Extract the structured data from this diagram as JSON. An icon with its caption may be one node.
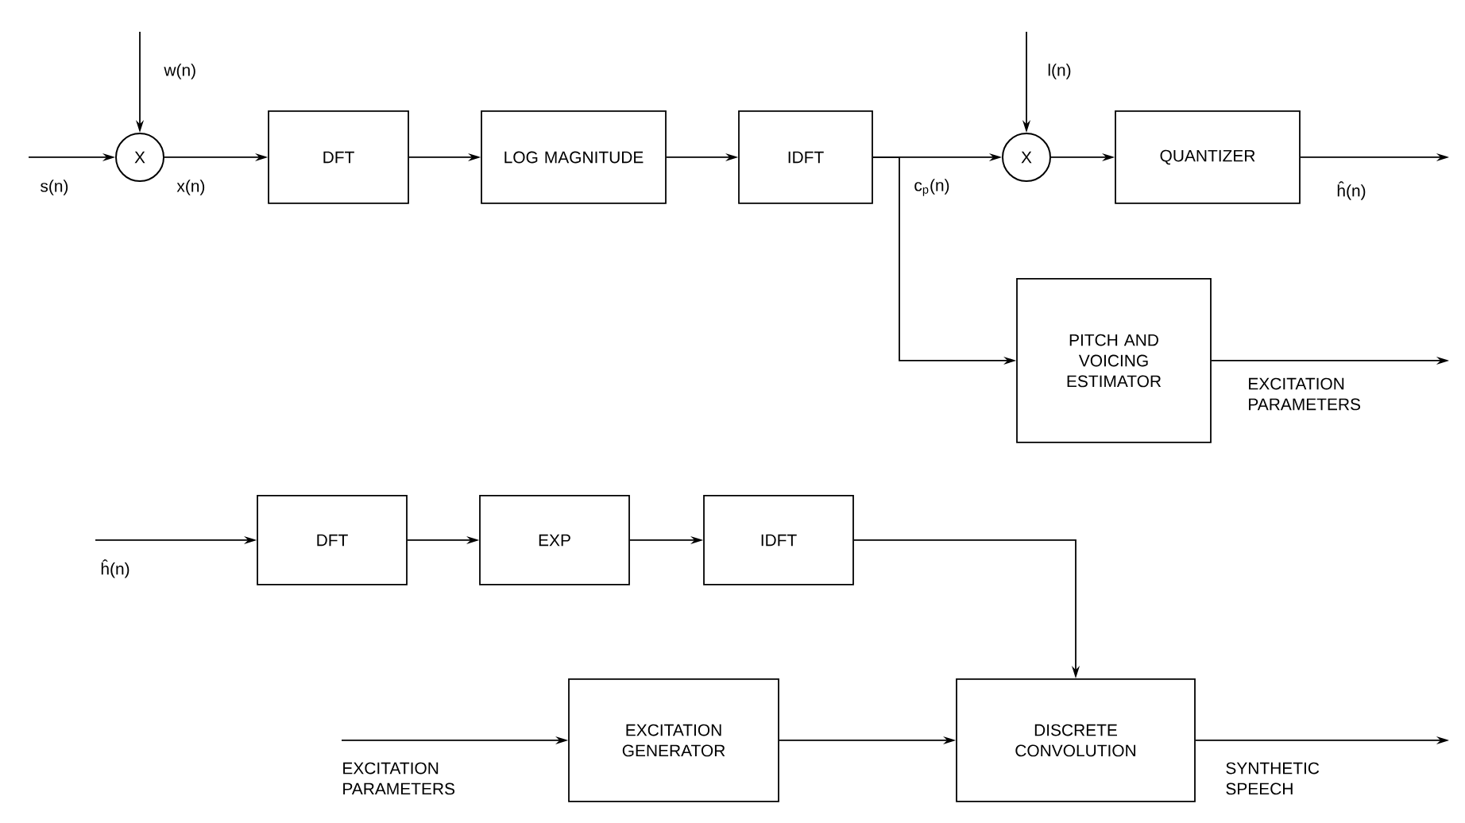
{
  "diagram": {
    "nodes": [
      {
        "text": [
          "X"
        ]
      },
      {
        "text": [
          "DFT"
        ]
      },
      {
        "text": [
          "LOG MAGNITUDE"
        ]
      },
      {
        "text": [
          "IDFT"
        ]
      },
      {
        "text": [
          "X"
        ]
      },
      {
        "text": [
          "QUANTIZER"
        ]
      },
      {
        "text": [
          "PITCH AND VOICING ESTIMATOR"
        ]
      },
      {
        "text": [
          "DFT"
        ]
      },
      {
        "text": [
          "EXP"
        ]
      },
      {
        "text": [
          "IDFT"
        ]
      },
      {
        "text": [
          "EXCITATION GENERATOR"
        ]
      },
      {
        "text": [
          "DISCRETE CONVOLUTION"
        ]
      }
    ],
    "edges": [
      {
        "from": null,
        "to": 0,
        "arrow": "to",
        "label": "s(n)"
      },
      {
        "from": null,
        "to": 0,
        "arrow": "to",
        "label": "w(n)"
      },
      {
        "from": 0,
        "to": 1,
        "arrow": "to",
        "label": "x(n)"
      },
      {
        "from": 1,
        "to": 2,
        "arrow": "to"
      },
      {
        "from": 2,
        "to": 3,
        "arrow": "to"
      },
      {
        "from": 3,
        "to": 4,
        "arrow": "to",
        "label": "c$_{p}$(n)"
      },
      {
        "from": null,
        "to": 4,
        "arrow": "to",
        "label": "l(n)"
      },
      {
        "from": 4,
        "to": 5,
        "arrow": "to"
      },
      {
        "from": 5,
        "to": null,
        "arrow": "to",
        "label": "ĥ(n)"
      },
      {
        "from": 3,
        "to": 6,
        "arrow": "to"
      },
      {
        "from": 6,
        "to": null,
        "arrow": "to",
        "label": "EXCITATION PARAMETERS"
      },
      {
        "from": null,
        "to": 7,
        "arrow": "to",
        "label": "ĥ(n)"
      },
      {
        "from": 7,
        "to": 8,
        "arrow": "to"
      },
      {
        "from": 8,
        "to": 9,
        "arrow": "to"
      },
      {
        "from": 9,
        "to": 11,
        "arrow": "to"
      },
      {
        "from": null,
        "to": 10,
        "arrow": "to",
        "label": "EXCITATION PARAMETERS"
      },
      {
        "from": 10,
        "to": 11,
        "arrow": "to"
      },
      {
        "from": 11,
        "to": null,
        "arrow": "to",
        "label": "SYNTHETIC SPEECH"
      }
    ]
  }
}
